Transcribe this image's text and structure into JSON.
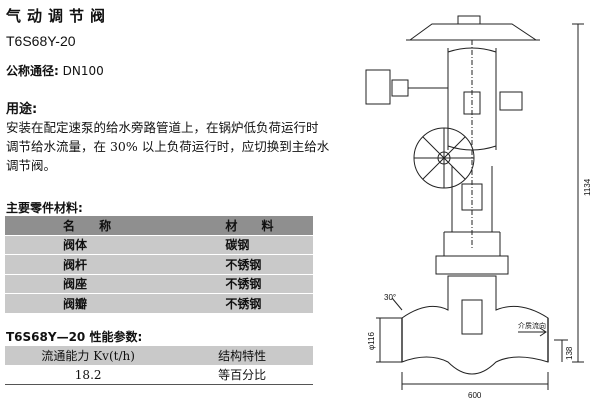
{
  "header": {
    "title": "气动调节阀",
    "model": "T6S68Y-20",
    "dn_label": "公称通径:",
    "dn_value": "DN100"
  },
  "purpose": {
    "heading": "用途:",
    "text": "安装在配定速泵的给水旁路管道上，在锅炉低负荷运行时调节给水流量，在 30% 以上负荷运行时，应切换到主给水调节阀。"
  },
  "materials": {
    "heading": "主要零件材料:",
    "columns": [
      "名 称",
      "材 料"
    ],
    "rows": [
      {
        "name": "阀体",
        "material": "碳钢"
      },
      {
        "name": "阀杆",
        "material": "不锈钢"
      },
      {
        "name": "阀座",
        "material": "不锈钢"
      },
      {
        "name": "阀瓣",
        "material": "不锈钢"
      }
    ]
  },
  "performance": {
    "heading": "T6S68Y—20 性能参数:",
    "columns": [
      "流通能力 Kv(t/h)",
      "结构特性"
    ],
    "rows": [
      {
        "kv": "18.2",
        "characteristic": "等百分比"
      }
    ]
  },
  "drawing": {
    "dim_height": "1134",
    "dim_width": "600",
    "dim_angle": "30°",
    "dim_bore": "φ116",
    "dim_offset": "138",
    "flow_label": "介质流向"
  }
}
